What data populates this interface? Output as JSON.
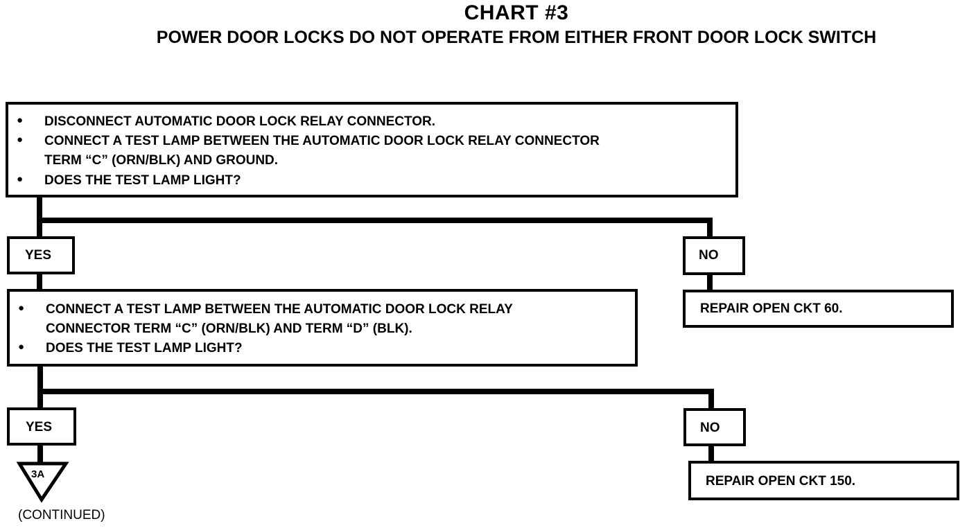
{
  "title": "CHART #3",
  "subtitle": "POWER DOOR LOCKS DO NOT OPERATE FROM EITHER FRONT DOOR LOCK SWITCH",
  "step1": {
    "line1": "DISCONNECT AUTOMATIC DOOR LOCK RELAY CONNECTOR.",
    "line2": "CONNECT A TEST LAMP BETWEEN THE AUTOMATIC DOOR LOCK RELAY CONNECTOR",
    "line3": "TERM “C” (ORN/BLK) AND GROUND.",
    "line4": "DOES THE TEST LAMP LIGHT?"
  },
  "yes1": "YES",
  "no1": "NO",
  "repair1": "REPAIR OPEN CKT 60.",
  "step2": {
    "line1": "CONNECT A TEST LAMP BETWEEN THE AUTOMATIC DOOR LOCK RELAY",
    "line2": "CONNECTOR TERM “C” (ORN/BLK) AND TERM “D” (BLK).",
    "line3": "DOES THE TEST LAMP LIGHT?"
  },
  "yes2": "YES",
  "no2": "NO",
  "repair2": "REPAIR OPEN CKT 150.",
  "continue_marker": "3A",
  "continued": "(CONTINUED)"
}
